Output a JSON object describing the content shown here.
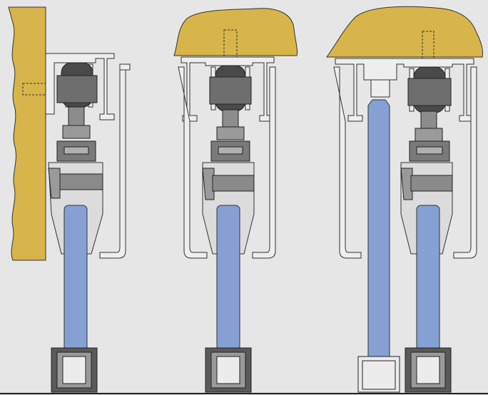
{
  "colors": {
    "background": "#e6e6e6",
    "wood": "#d7b54a",
    "glass": "#86a0d3",
    "profile_fill": "#eeeeee",
    "profile_stroke": "#333333",
    "metal_dark": "#6e6e6e",
    "metal_mid": "#8c8c8c",
    "metal_light": "#bdbdbd",
    "floor_guide": "#5a5a5a",
    "floor_line": "#222222"
  },
  "diagram": {
    "panels": [
      {
        "id": "wall-mounted-single-track",
        "mount": "wall",
        "tracks": 1,
        "fixed_glass": false
      },
      {
        "id": "ceiling-mounted-single-track",
        "mount": "ceiling",
        "tracks": 1,
        "fixed_glass": false
      },
      {
        "id": "ceiling-mounted-double-track",
        "mount": "ceiling",
        "tracks": 2,
        "fixed_glass": true
      }
    ]
  }
}
